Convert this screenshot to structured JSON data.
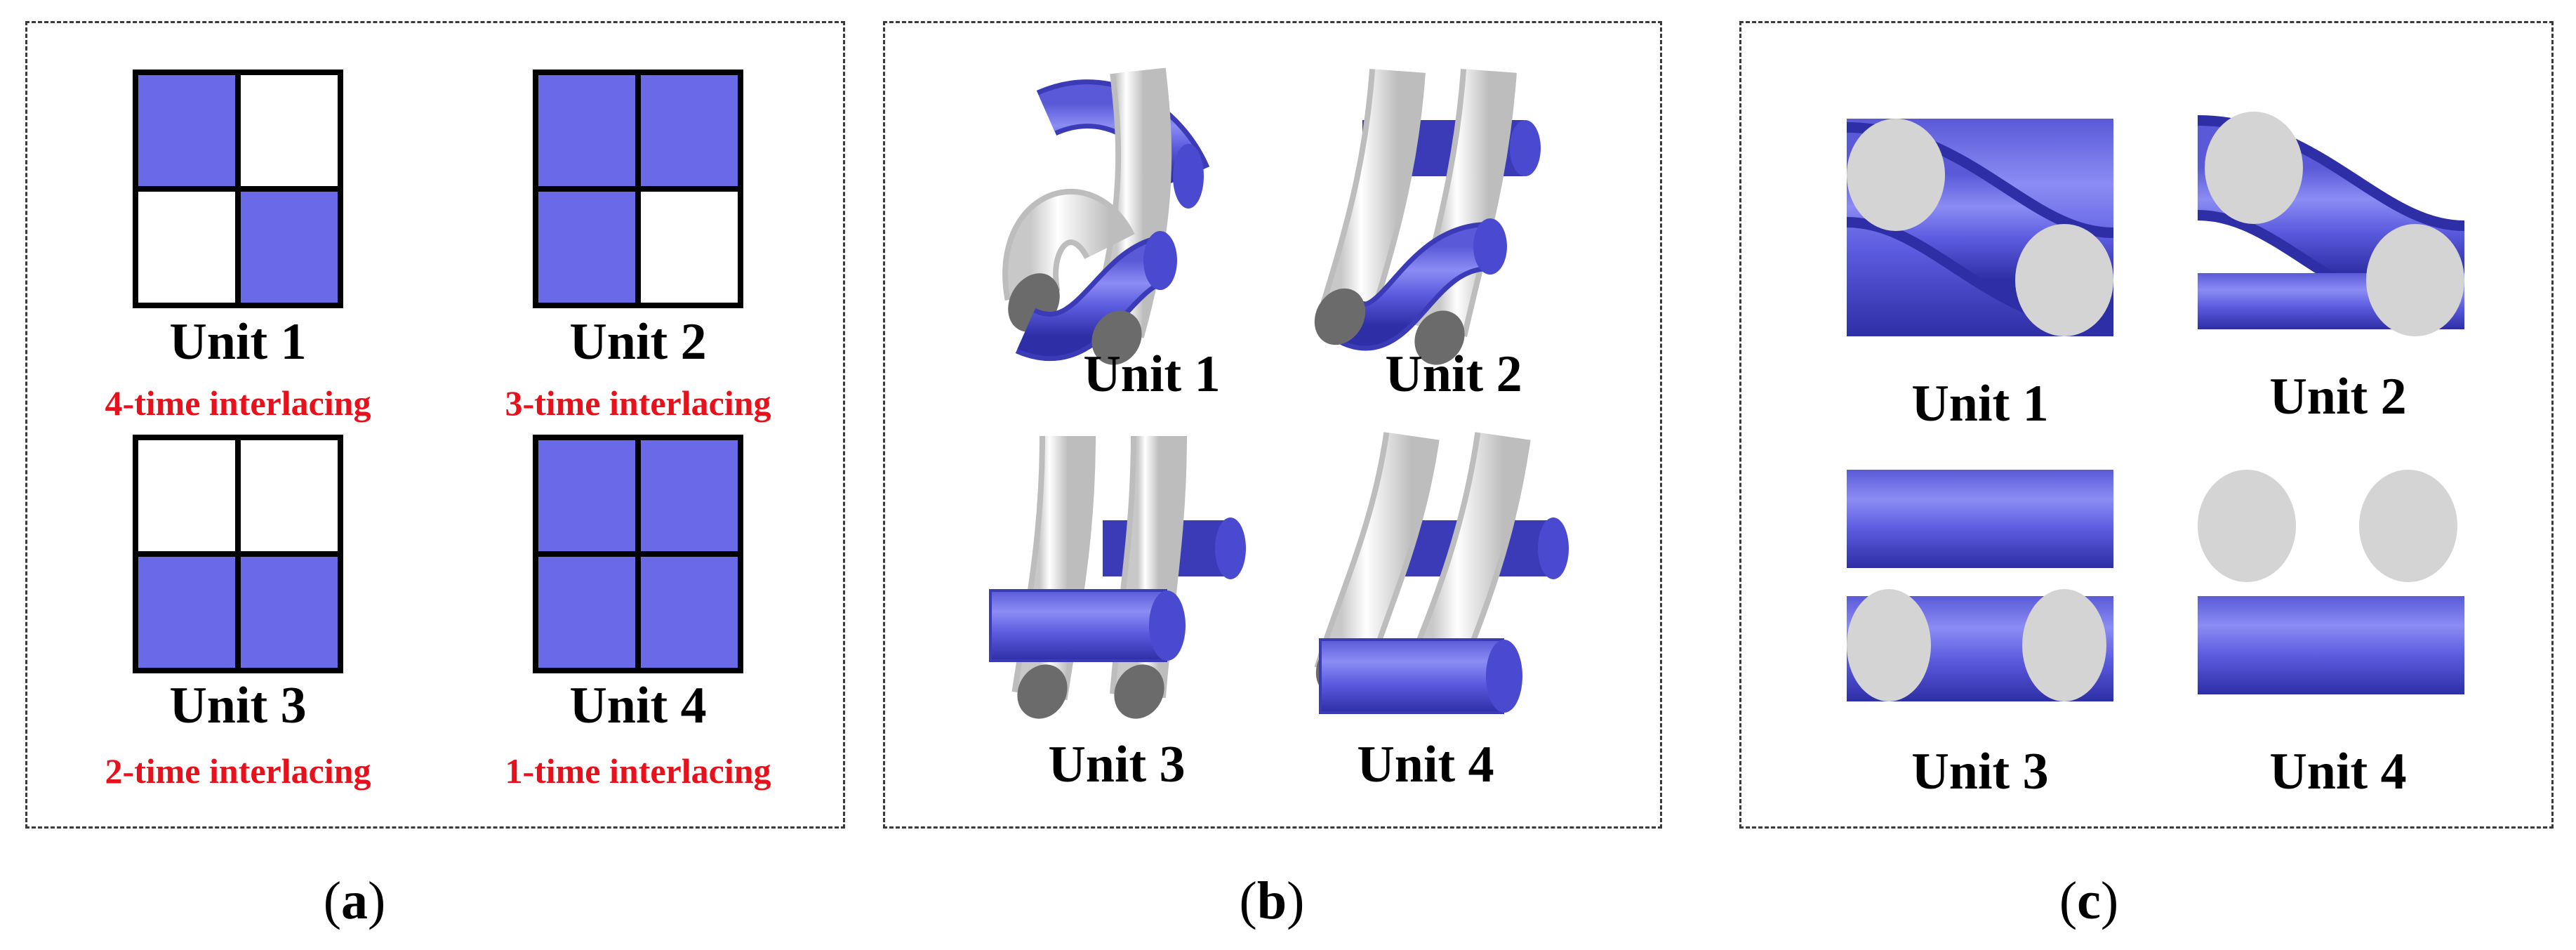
{
  "colors": {
    "weft": "#6a6ae8",
    "warp": "#ffffff",
    "label_red": "#e8101a"
  },
  "panel_a": {
    "units": [
      {
        "label": "Unit 1",
        "interlacing": "4-time interlacing",
        "cells": [
          "blue",
          "white",
          "white",
          "blue"
        ]
      },
      {
        "label": "Unit 2",
        "interlacing": "3-time interlacing",
        "cells": [
          "blue",
          "blue",
          "blue",
          "white"
        ]
      },
      {
        "label": "Unit 3",
        "interlacing": "2-time interlacing",
        "cells": [
          "white",
          "white",
          "blue",
          "blue"
        ]
      },
      {
        "label": "Unit 4",
        "interlacing": "1-time interlacing",
        "cells": [
          "blue",
          "blue",
          "blue",
          "blue"
        ]
      }
    ],
    "caption": "a"
  },
  "panel_b": {
    "units": [
      {
        "label": "Unit 1"
      },
      {
        "label": "Unit 2"
      },
      {
        "label": "Unit 3"
      },
      {
        "label": "Unit 4"
      }
    ],
    "caption": "b"
  },
  "panel_c": {
    "units": [
      {
        "label": "Unit 1"
      },
      {
        "label": "Unit 2"
      },
      {
        "label": "Unit 3"
      },
      {
        "label": "Unit 4"
      }
    ],
    "caption": "c"
  }
}
